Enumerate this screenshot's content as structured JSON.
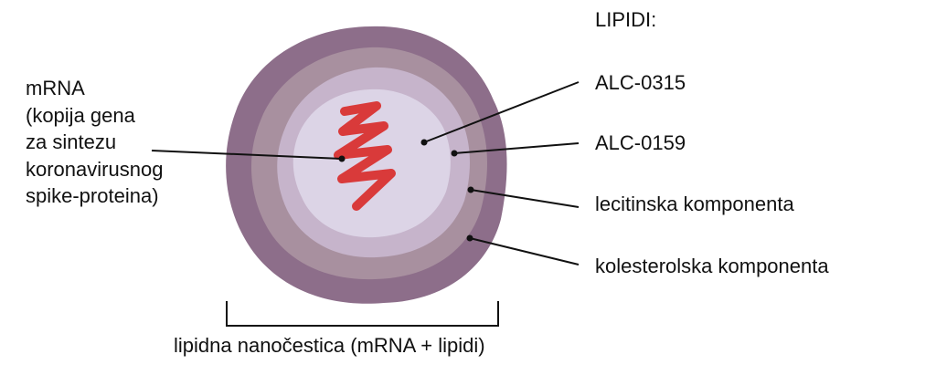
{
  "mrna_label": {
    "lines": [
      "mRNA",
      "(kopija gena",
      "za sintezu",
      "koronavirusnog",
      "spike-proteina)"
    ]
  },
  "lipids": {
    "header": "LIPIDI:",
    "items": [
      {
        "key": "alc0315",
        "label": "ALC-0315"
      },
      {
        "key": "alc0159",
        "label": "ALC-0159"
      },
      {
        "key": "lecithin",
        "label": "lecitinska komponenta"
      },
      {
        "key": "cholesterol",
        "label": "kolesterolska komponenta"
      }
    ]
  },
  "caption": "lipidna nanočestica (mRNA + lipidi)",
  "colors": {
    "layer_outer": "#8d6e8a",
    "layer_2": "#a8909f",
    "layer_3": "#c6b4cb",
    "core": "#dcd4e6",
    "mrna_helix": "#d93a3a",
    "lines": "#111111"
  }
}
